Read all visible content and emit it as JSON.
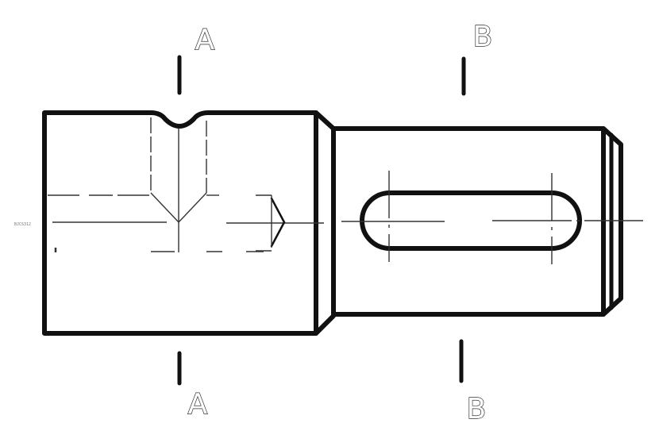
{
  "section_labels": {
    "top_left": "A",
    "bottom_left": "A",
    "top_right": "B",
    "bottom_right": "B"
  },
  "margin_note": "BJCS312"
}
